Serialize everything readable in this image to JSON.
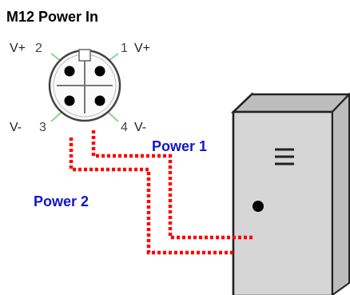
{
  "title": "M12 Power In",
  "pins": {
    "p1": {
      "number": "1",
      "signal": "V+"
    },
    "p2": {
      "number": "2",
      "signal": "V+"
    },
    "p3": {
      "number": "3",
      "signal": "V-"
    },
    "p4": {
      "number": "4",
      "signal": "V-"
    }
  },
  "labels": {
    "power1": "Power 1",
    "power2": "Power 2"
  },
  "colors": {
    "label_blue": "#1515c8",
    "wire_red": "#ff0000",
    "pin_leader_green": "#88d888",
    "cabinet_face": "#d6d6d6",
    "cabinet_side": "#a6a6a6",
    "cabinet_top": "#bdbdbd"
  },
  "icons": [
    "m12-connector-icon",
    "cabinet-icon",
    "vent-icon",
    "lock-icon"
  ]
}
